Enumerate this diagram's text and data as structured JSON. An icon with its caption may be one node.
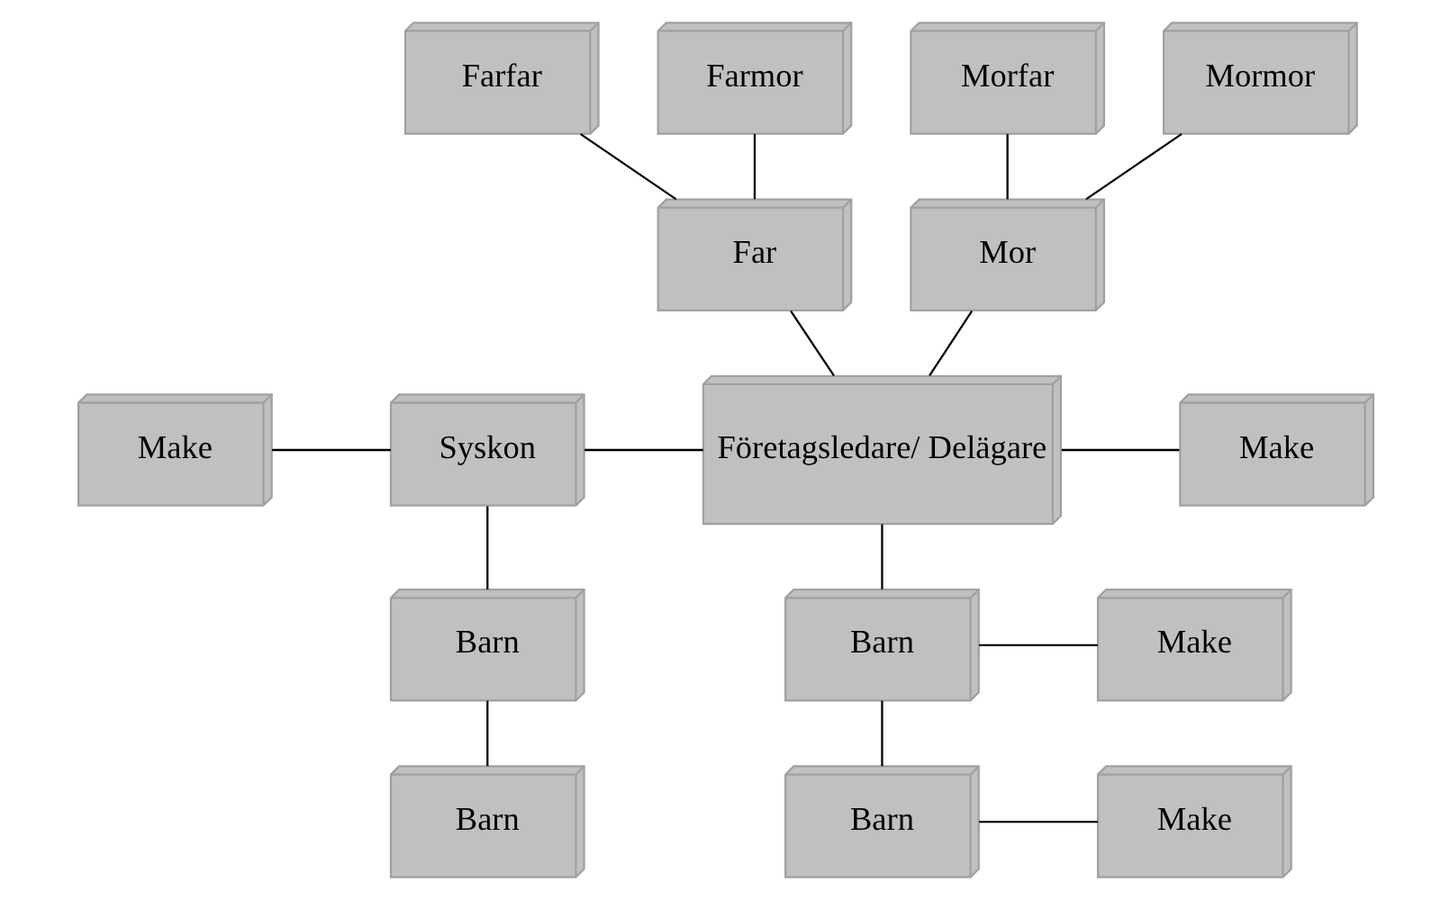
{
  "diagram": {
    "nodes": [
      {
        "text": [
          "Farfar"
        ]
      },
      {
        "text": [
          "Farmor"
        ]
      },
      {
        "text": [
          "Morfar"
        ]
      },
      {
        "text": [
          "Mormor"
        ]
      },
      {
        "text": [
          "Far"
        ]
      },
      {
        "text": [
          "Mor"
        ]
      },
      {
        "text": [
          "Make"
        ]
      },
      {
        "text": [
          "Syskon"
        ]
      },
      {
        "text": [
          "Företagsledare/ Delägare"
        ]
      },
      {
        "text": [
          "Make"
        ]
      },
      {
        "text": [
          "Barn"
        ]
      },
      {
        "text": [
          "Barn"
        ]
      },
      {
        "text": [
          "Make"
        ]
      },
      {
        "text": [
          "Barn"
        ]
      },
      {
        "text": [
          "Barn"
        ]
      },
      {
        "text": [
          "Make"
        ]
      }
    ],
    "edges": [
      {
        "from": 0,
        "to": 4,
        "arrow": "none"
      },
      {
        "from": 1,
        "to": 4,
        "arrow": "none"
      },
      {
        "from": 2,
        "to": 5,
        "arrow": "none"
      },
      {
        "from": 3,
        "to": 5,
        "arrow": "none"
      },
      {
        "from": 4,
        "to": 8,
        "arrow": "none"
      },
      {
        "from": 5,
        "to": 8,
        "arrow": "none"
      },
      {
        "from": 6,
        "to": 7,
        "arrow": "none"
      },
      {
        "from": 7,
        "to": 8,
        "arrow": "none"
      },
      {
        "from": 8,
        "to": 9,
        "arrow": "none"
      },
      {
        "from": 7,
        "to": 10,
        "arrow": "none"
      },
      {
        "from": 8,
        "to": 11,
        "arrow": "none"
      },
      {
        "from": 11,
        "to": 12,
        "arrow": "none"
      },
      {
        "from": 10,
        "to": 13,
        "arrow": "none"
      },
      {
        "from": 11,
        "to": 14,
        "arrow": "none"
      },
      {
        "from": 14,
        "to": 15,
        "arrow": "none"
      }
    ]
  }
}
